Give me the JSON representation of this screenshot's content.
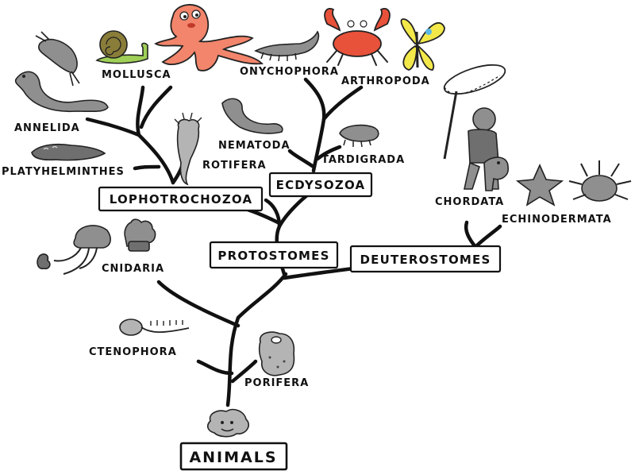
{
  "title": "ANIMALS",
  "groups": {
    "lophotrochozoa": "LOPHOTROCHOZOA",
    "ecdysozoa": "ECDYSOZOA",
    "protostomes": "PROTOSTOMES",
    "deuterostomes": "DEUTEROSTOMES"
  },
  "taxa": {
    "mollusca": "MOLLUSCA",
    "annelida": "ANNELIDA",
    "platyhelminthes": "PLATYHELMINTHES",
    "rotifera": "ROTIFERA",
    "nematoda": "NEMATODA",
    "onychophora": "ONYCHOPHORA",
    "arthropoda": "ARTHROPODA",
    "tardigrada": "TARDIGRADA",
    "chordata": "CHORDATA",
    "echinodermata": "ECHINODERMATA",
    "cnidaria": "CNIDARIA",
    "ctenophora": "CTENOPHORA",
    "porifera": "PORIFERA"
  },
  "colors": {
    "ink": "#111111",
    "octopus": "#f2856b",
    "crab": "#e8513a",
    "snail": "#9fcf57",
    "snail_shell": "#8a7d3a",
    "butterfly": "#f3e84a",
    "butterfly_wing_blue": "#5bb7e3",
    "animal_grey": "#8f8f8f"
  }
}
